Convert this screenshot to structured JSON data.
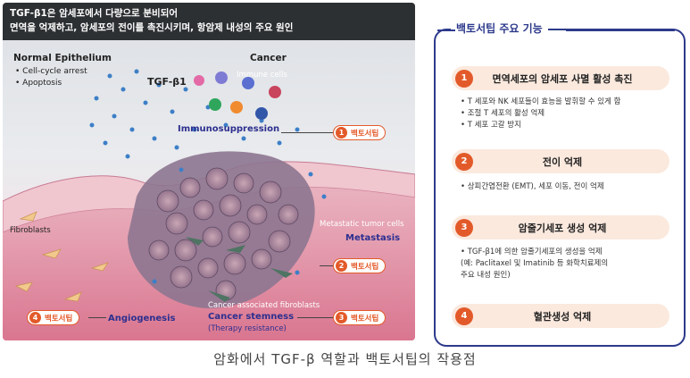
{
  "banner": {
    "line1": "TGF-β1은 암세포에서 다량으로 분비되어",
    "line2": "면역을 억제하고, 암세포의 전이를 촉진시키며, 항암제 내성의 주요 원인"
  },
  "illustration": {
    "normal_epithelium": "Normal Epithelium",
    "bullets": [
      "• Cell-cycle arrest",
      "• Apoptosis"
    ],
    "cancer": "Cancer",
    "tgf": "TGF-β1",
    "immune_cells": "Immune cells",
    "immunosuppression": "Immunosuppression",
    "fibroblasts": "Fibroblasts",
    "metastatic_cells": "Metastatic tumor cells",
    "metastasis": "Metastasis",
    "angiogenesis": "Angiogenesis",
    "caf": "Cancer associated fibroblasts",
    "cancer_stemness": "Cancer stemness",
    "therapy_resistance": "(Therapy resistance)",
    "pills": [
      {
        "num": "1",
        "label": "백토서팁"
      },
      {
        "num": "2",
        "label": "백토서팁"
      },
      {
        "num": "3",
        "label": "백토서팁"
      },
      {
        "num": "4",
        "label": "백토서팁"
      }
    ]
  },
  "panel": {
    "title": "백토서팁 주요 기능",
    "sections": [
      {
        "num": "1",
        "title": "면역세포의 암세포 사멸 활성 촉진",
        "bullets": [
          "• T 세포와 NK 세포들이 효능을 발휘할 수 있게 함",
          "• 조절 T 세포의 활성 억제",
          "• T 세포 고갈 방지"
        ]
      },
      {
        "num": "2",
        "title": "전이 억제",
        "bullets": [
          "• 상피간엽전환 (EMT), 세포 이동, 전이 억제"
        ]
      },
      {
        "num": "3",
        "title": "암줄기세포 생성 억제",
        "bullets": [
          "• TGF-β1에 의한 암줄기세포의 생성을 억제",
          "  (예: Paclitaxel 및 Imatinib 등 화학치료제의",
          "  주요 내성 원인)"
        ]
      },
      {
        "num": "4",
        "title": "혈관생성 억제",
        "bullets": []
      }
    ]
  },
  "caption": "암화에서 TGF-β 역할과 백토서팁의 작용점"
}
